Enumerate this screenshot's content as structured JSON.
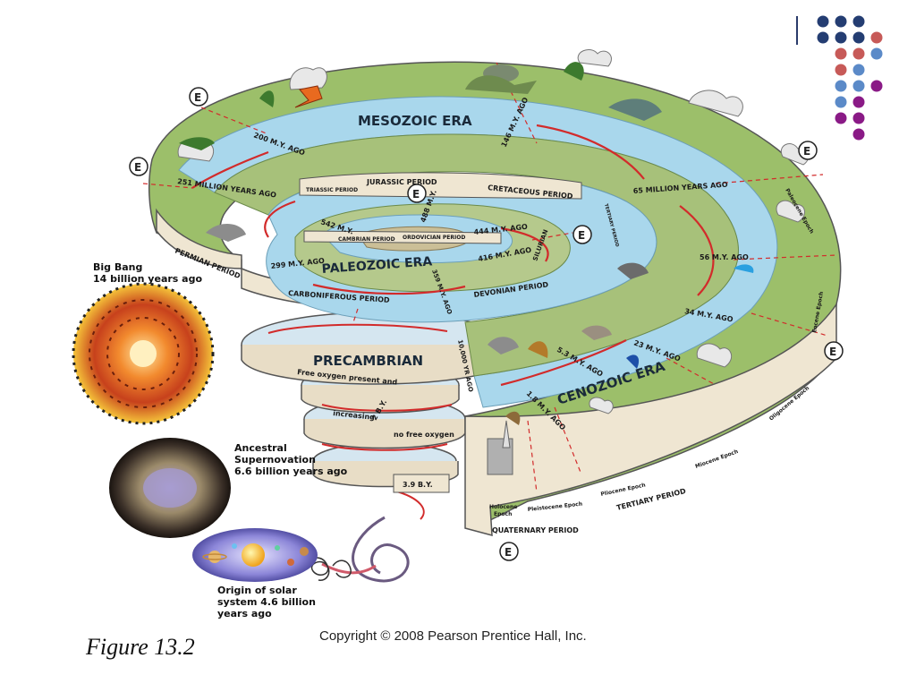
{
  "figure": {
    "caption": "Figure 13.2",
    "copyright": "Copyright © 2008 Pearson Prentice Hall, Inc."
  },
  "cosmic": {
    "big_bang": "Big Bang\n14 billion years ago",
    "supernova": "Ancestral\nSupernovation\n6.6 billion years ago",
    "solar_system": "Origin of solar\nsystem 4.6 billion\nyears ago"
  },
  "eras": {
    "mesozoic": "MESOZOIC ERA",
    "paleozoic": "PALEOZOIC ERA",
    "cenozoic": "CENOZOIC ERA",
    "precambrian": "PRECAMBRIAN"
  },
  "periods": {
    "triassic": "TRIASSIC PERIOD",
    "jurassic": "JURASSIC PERIOD",
    "cretaceous": "CRETACEOUS PERIOD",
    "cambrian": "CAMBRIAN PERIOD",
    "ordovician": "ORDOVICIAN PERIOD",
    "silurian": "SILURIAN",
    "permian": "PERMIAN PERIOD",
    "carboniferous": "CARBONIFEROUS PERIOD",
    "devonian": "DEVONIAN PERIOD",
    "tertiary_small": "TERTIARY PERIOD",
    "tertiary": "TERTIARY PERIOD",
    "quaternary": "QUATERNARY PERIOD"
  },
  "epochs": {
    "paleocene": "Paleocene Epoch",
    "eocene": "Eocene Epoch",
    "oligocene": "Oligocene Epoch",
    "miocene": "Miocene Epoch",
    "pliocene": "Pliocene Epoch",
    "pleistocene": "Pleistocene Epoch",
    "holocene": "Holocene\nEpoch"
  },
  "ages": {
    "a251": "251 MILLION YEARS AGO",
    "a200": "200 M.Y. AGO",
    "a146": "146 M.Y. AGO",
    "a65": "65 MILLION YEARS AGO",
    "a542": "542 M.Y.",
    "a488": "488 M.Y.",
    "a444": "444 M.Y. AGO",
    "a416": "416 M.Y. AGO",
    "a359": "359 M.Y. AGO",
    "a299": "299 M.Y. AGO",
    "a56": "56 M.Y. AGO",
    "a34": "34 M.Y. AGO",
    "a23": "23 M.Y. AGO",
    "a53": "5.3 M.Y. AGO",
    "a18": "1.8 M.Y. AGO",
    "a10k": "10,000 YR AGO",
    "a2by": "2 B.Y.",
    "a39by": "3.9 B.Y."
  },
  "precambrian_notes": {
    "free_oxygen": "Free oxygen present and",
    "increasing": "increasing",
    "no_free_oxygen": "no free oxygen"
  },
  "extinction_marker": "E",
  "colors": {
    "water": "#a9d7ec",
    "land": "#9cbf6a",
    "band": "#efe6d2",
    "arrow": "#d22b2b",
    "dot_navy": "#243d72",
    "dot_red": "#c75a58",
    "dot_blue": "#5b8ac8",
    "dot_purple": "#8a1a86"
  }
}
